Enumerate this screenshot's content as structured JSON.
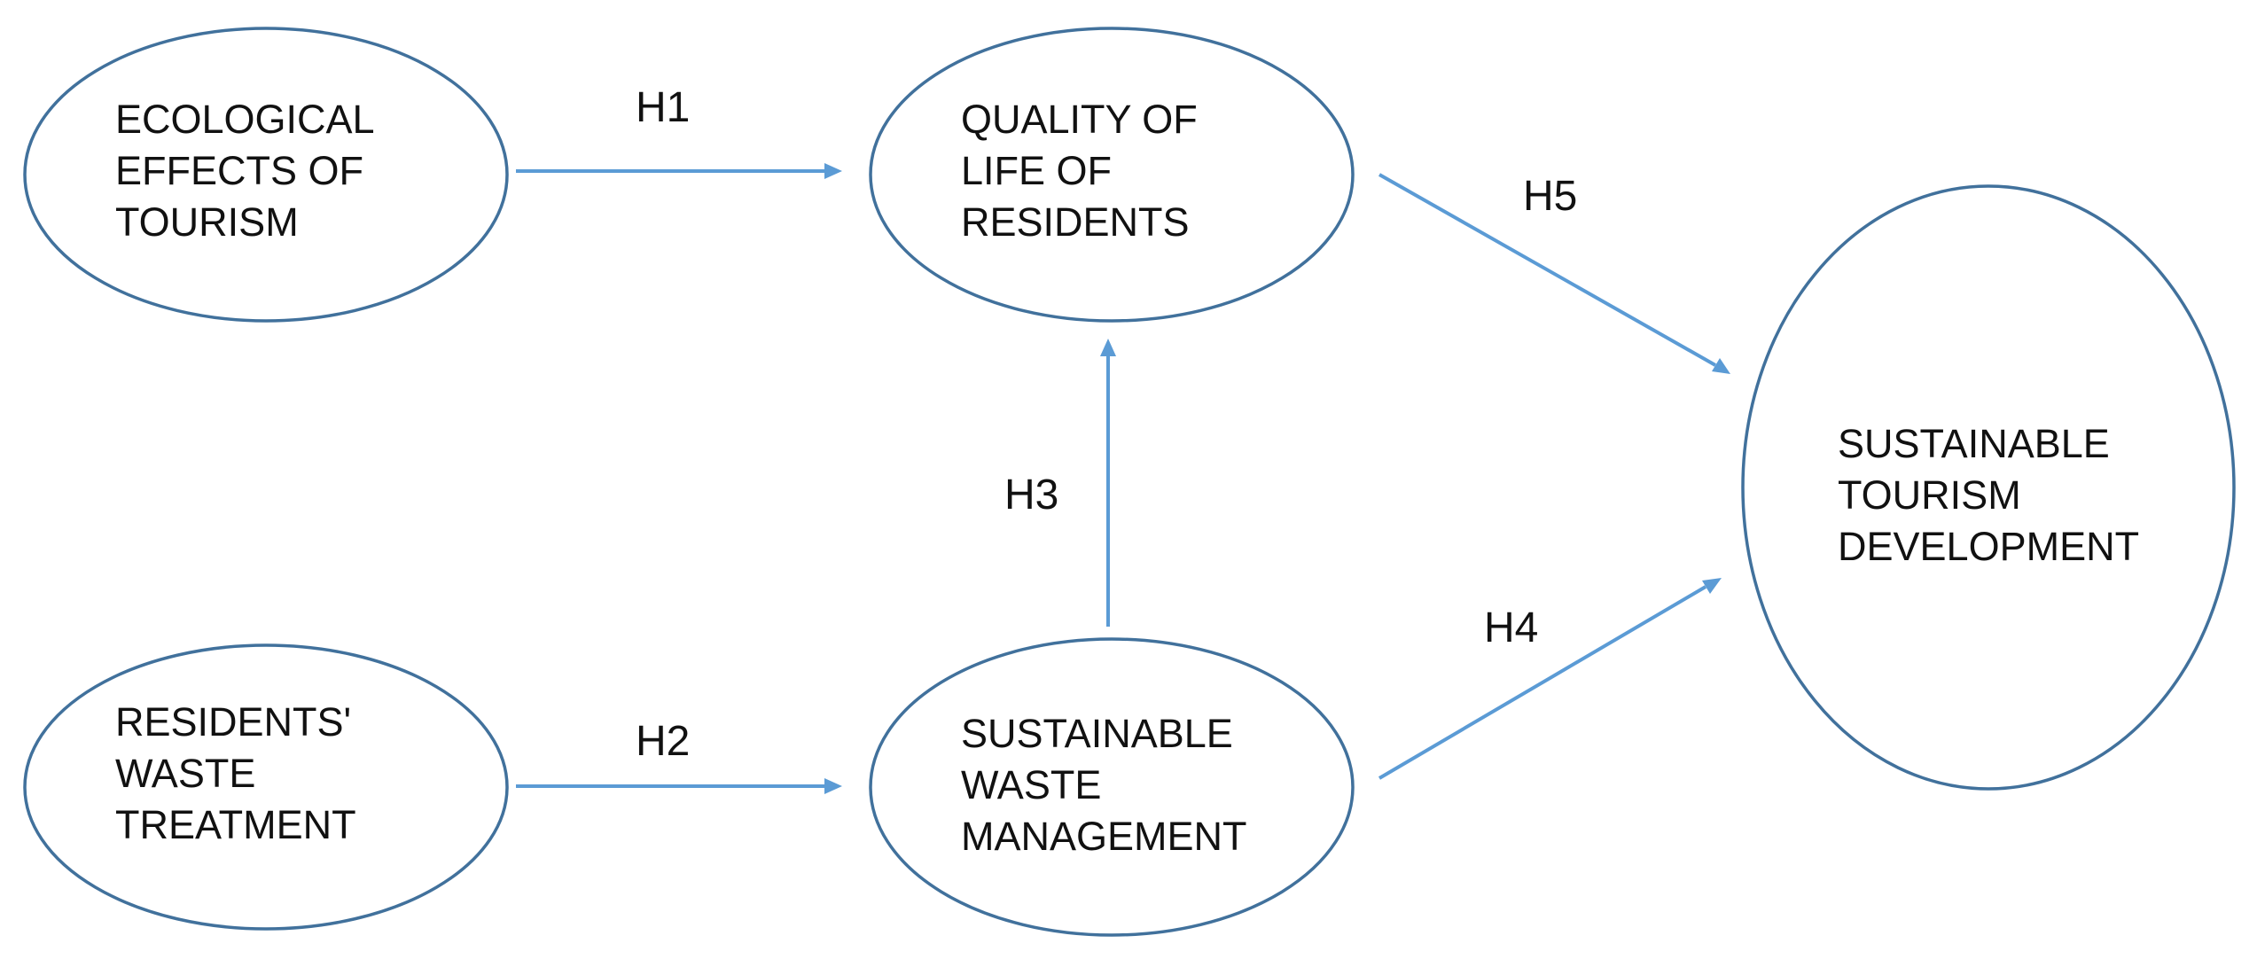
{
  "colors": {
    "node_border": "#41719c",
    "arrow": "#5b9bd5",
    "text": "#111111",
    "background": "#ffffff"
  },
  "nodes": {
    "ecological": {
      "lines": [
        "ECOLOGICAL",
        "EFFECTS OF",
        "TOURISM"
      ]
    },
    "quality": {
      "lines": [
        "QUALITY OF",
        "LIFE OF",
        "RESIDENTS"
      ]
    },
    "residents_waste": {
      "lines": [
        "RESIDENTS'",
        "WASTE",
        "TREATMENT"
      ]
    },
    "waste_mgmt": {
      "lines": [
        "SUSTAINABLE",
        "WASTE",
        "MANAGEMENT"
      ]
    },
    "sustainable_tourism": {
      "lines": [
        "SUSTAINABLE",
        "TOURISM",
        "DEVELOPMENT"
      ]
    }
  },
  "edges": {
    "h1": {
      "label": "H1",
      "from": "ecological",
      "to": "quality"
    },
    "h2": {
      "label": "H2",
      "from": "residents_waste",
      "to": "waste_mgmt"
    },
    "h3": {
      "label": "H3",
      "from": "waste_mgmt",
      "to": "quality"
    },
    "h4": {
      "label": "H4",
      "from": "waste_mgmt",
      "to": "sustainable_tourism"
    },
    "h5": {
      "label": "H5",
      "from": "quality",
      "to": "sustainable_tourism"
    }
  }
}
